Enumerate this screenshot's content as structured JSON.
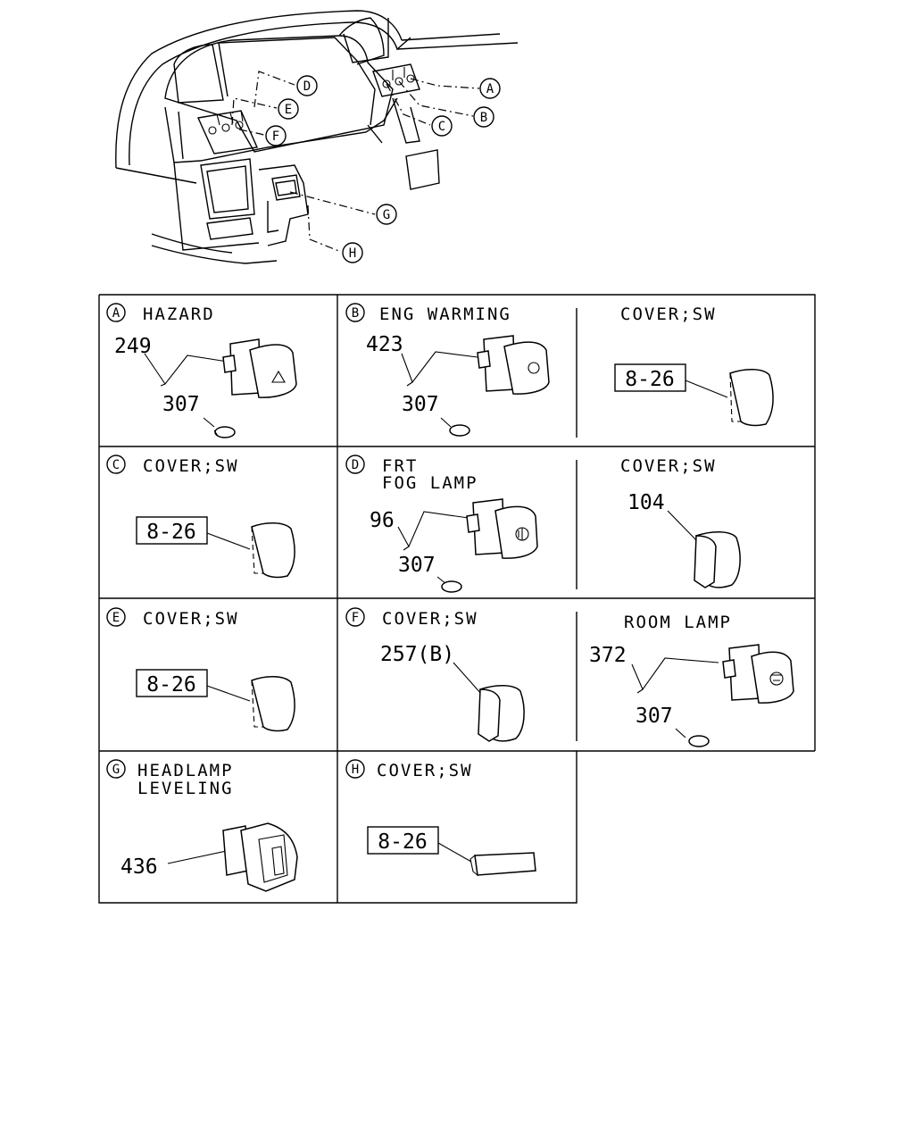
{
  "callouts": [
    "A",
    "B",
    "C",
    "D",
    "E",
    "F",
    "G",
    "H"
  ],
  "cells": {
    "A": {
      "letter": "A",
      "title": "HAZARD",
      "switch_no": "249",
      "bulb_no": "307"
    },
    "B": {
      "letter": "B",
      "title": "ENG WARMING",
      "switch_no": "423",
      "bulb_no": "307"
    },
    "B2": {
      "title": "COVER;SW",
      "ref": "8-26"
    },
    "C": {
      "letter": "C",
      "title": "COVER;SW",
      "ref": "8-26"
    },
    "D": {
      "letter": "D",
      "title_line1": "FRT",
      "title_line2": "FOG LAMP",
      "switch_no": "96",
      "bulb_no": "307"
    },
    "D2": {
      "title": "COVER;SW",
      "part_no": "104"
    },
    "E": {
      "letter": "E",
      "title": "COVER;SW",
      "ref": "8-26"
    },
    "F": {
      "letter": "F",
      "title": "COVER;SW",
      "part_no": "257(B)"
    },
    "F2": {
      "title": "ROOM LAMP",
      "switch_no": "372",
      "bulb_no": "307"
    },
    "G": {
      "letter": "G",
      "title_line1": "HEADLAMP",
      "title_line2": "LEVELING",
      "part_no": "436"
    },
    "H": {
      "letter": "H",
      "title": "COVER;SW",
      "ref": "8-26"
    }
  }
}
